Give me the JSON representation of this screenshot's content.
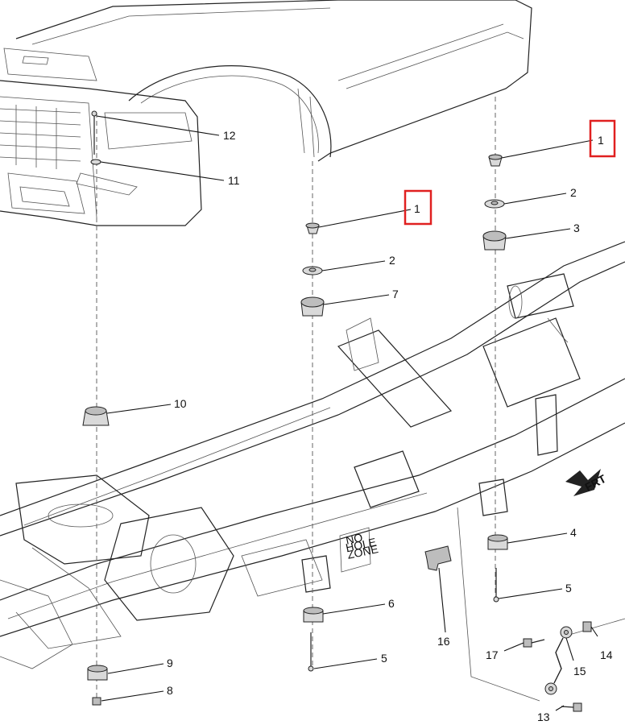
{
  "callouts": [
    {
      "id": "c1a",
      "label": "1",
      "highlighted": true
    },
    {
      "id": "c1b",
      "label": "1",
      "highlighted": true
    },
    {
      "id": "c2a",
      "label": "2"
    },
    {
      "id": "c2b",
      "label": "2"
    },
    {
      "id": "c3",
      "label": "3"
    },
    {
      "id": "c4",
      "label": "4"
    },
    {
      "id": "c5a",
      "label": "5"
    },
    {
      "id": "c5b",
      "label": "5"
    },
    {
      "id": "c6",
      "label": "6"
    },
    {
      "id": "c7",
      "label": "7"
    },
    {
      "id": "c8",
      "label": "8"
    },
    {
      "id": "c9",
      "label": "9"
    },
    {
      "id": "c10",
      "label": "10"
    },
    {
      "id": "c11",
      "label": "11"
    },
    {
      "id": "c12",
      "label": "12"
    },
    {
      "id": "c13",
      "label": "13"
    },
    {
      "id": "c14",
      "label": "14"
    },
    {
      "id": "c15",
      "label": "15"
    },
    {
      "id": "c16",
      "label": "16"
    },
    {
      "id": "c17",
      "label": "17"
    }
  ],
  "frame_label": "NO\nHOLE\nZONE",
  "frame_label_lines": [
    "NO",
    "HOLE",
    "ZONE"
  ],
  "direction_label": "FRT",
  "highlight_color": "#e02020"
}
